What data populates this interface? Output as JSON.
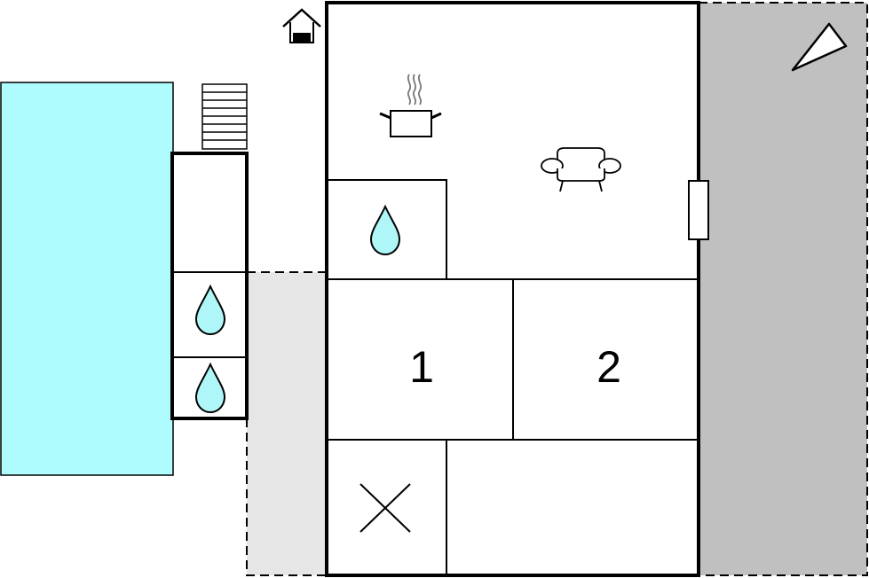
{
  "floorplan": {
    "rooms": [
      {
        "id": "bedroom-1",
        "label": "1"
      },
      {
        "id": "bedroom-2",
        "label": "2"
      }
    ],
    "icons": [
      "house-entrance-icon",
      "north-arrow-icon",
      "cooking-pot-icon",
      "sofa-icon",
      "water-drop-icon",
      "cross-icon",
      "stairs-icon",
      "door-icon"
    ],
    "colors": {
      "pool": "#aefcfd",
      "terrace_light": "#e6e6e6",
      "terrace_dark": "#c0c0c0",
      "water_drop": "#aef6f8",
      "walls": "#000000"
    }
  }
}
